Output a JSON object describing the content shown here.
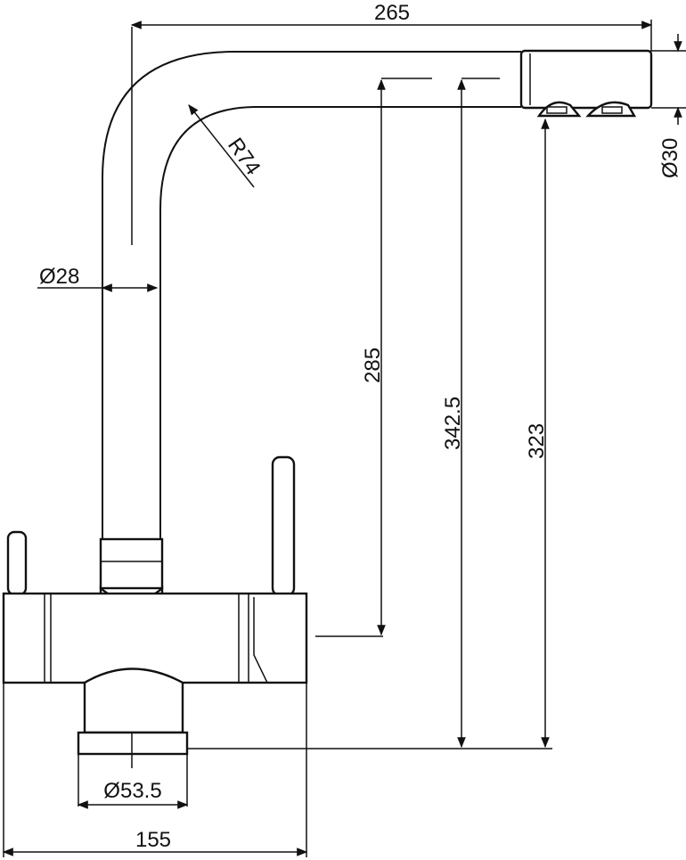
{
  "dimensions": {
    "total_reach": "265",
    "bend_radius": "R74",
    "spout_diameter": "Ø28",
    "outlet_diameter": "Ø30",
    "height_spout_to_body": "285",
    "total_height": "342.5",
    "height_outlet": "323",
    "base_diameter": "Ø53.5",
    "body_width": "155"
  }
}
